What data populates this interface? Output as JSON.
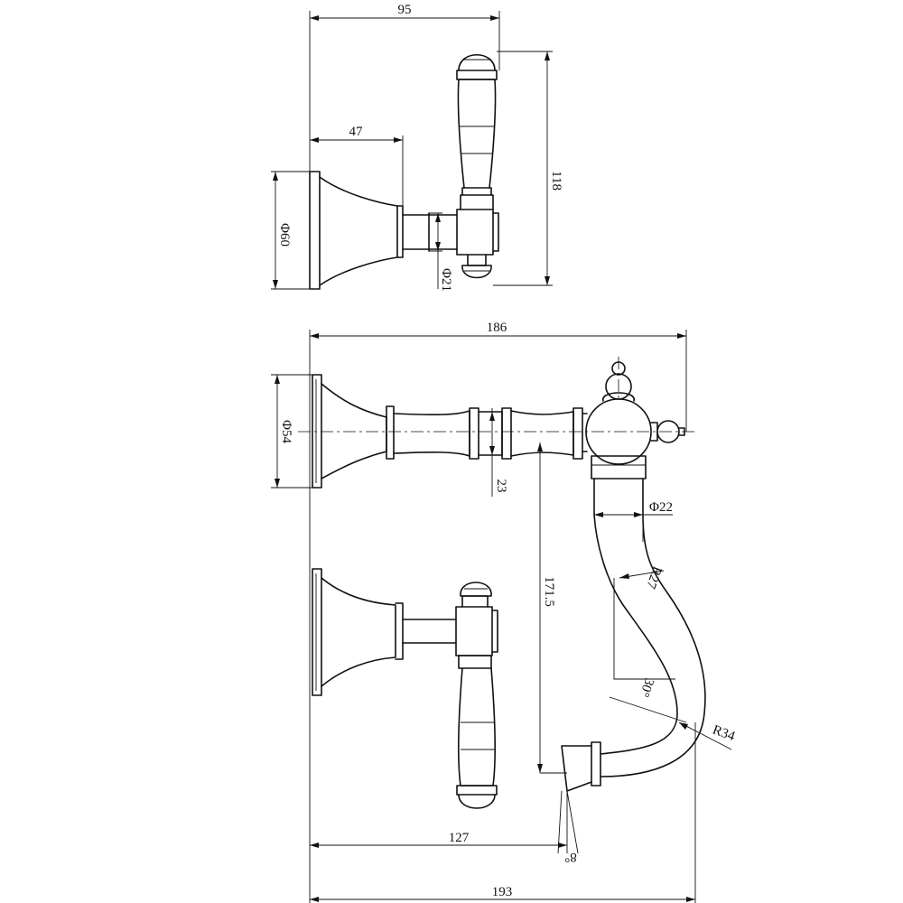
{
  "top_view": {
    "dim_overall_length": "95",
    "dim_flange_depth": "47",
    "dim_flange_diameter": "Φ60",
    "dim_stem_diameter": "Φ21",
    "dim_handle_height": "118"
  },
  "front_view": {
    "dim_spout_width": "186",
    "dim_flange_diameter": "Φ54",
    "dim_spout_height": "23",
    "dim_vertical_drop": "171.5",
    "dim_pipe_diameter": "Φ22",
    "dim_upper_radius": "R27",
    "dim_angle": "30°",
    "dim_lower_radius": "R34",
    "dim_handle_offset": "127",
    "dim_tip_angle": "8°",
    "dim_overall_depth": "193"
  }
}
